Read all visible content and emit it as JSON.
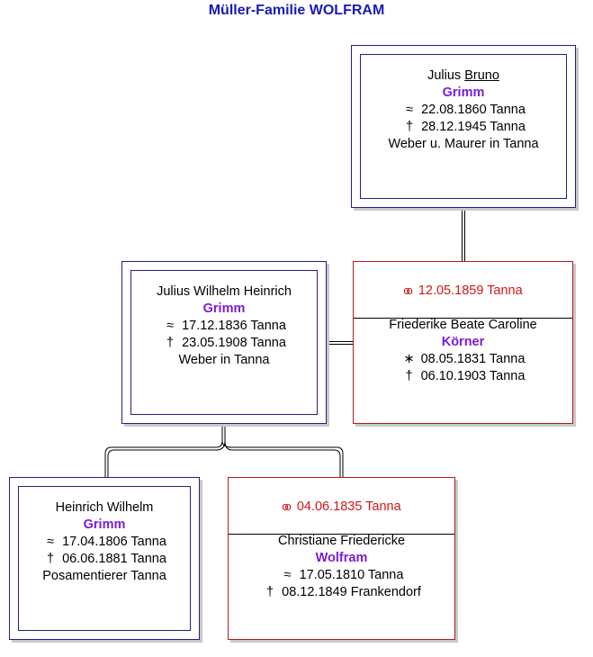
{
  "title": "Müller-Familie WOLFRAM",
  "grandfather": {
    "given_first": "Julius",
    "given_call": "Bruno",
    "surname": "Grimm",
    "baptism": "22.08.1860 Tanna",
    "death": "28.12.1945 Tanna",
    "occupation": "Weber u. Maurer in Tanna"
  },
  "father": {
    "given": "Julius Wilhelm Heinrich",
    "surname": "Grimm",
    "baptism": "17.12.1836 Tanna",
    "death": "23.05.1908 Tanna",
    "occupation": "Weber in Tanna"
  },
  "father_marriage": {
    "date_place": "12.05.1859 Tanna"
  },
  "father_spouse": {
    "given": "Friederike Beate Caroline",
    "surname": "Körner",
    "birth": "08.05.1831 Tanna",
    "death": "06.10.1903 Tanna"
  },
  "grandparent": {
    "given": "Heinrich Wilhelm",
    "surname": "Grimm",
    "baptism": "17.04.1806 Tanna",
    "death": "06.06.1881 Tanna",
    "occupation": "Posamentierer Tanna"
  },
  "grandparent_marriage": {
    "date_place": "04.06.1835 Tanna"
  },
  "grandparent_spouse": {
    "given": "Christiane Friedericke",
    "surname": "Wolfram",
    "baptism": "17.05.1810 Tanna",
    "death": "08.12.1849 Frankendorf"
  },
  "symbols": {
    "baptism": "≈",
    "death": "†",
    "birth": "∗",
    "marriage": "oo"
  },
  "colors": {
    "title": "#1a1ab8",
    "surname": "#7a1cd6",
    "marriage": "#d01818",
    "box_blue": "#20208a",
    "box_red": "#c01818"
  }
}
